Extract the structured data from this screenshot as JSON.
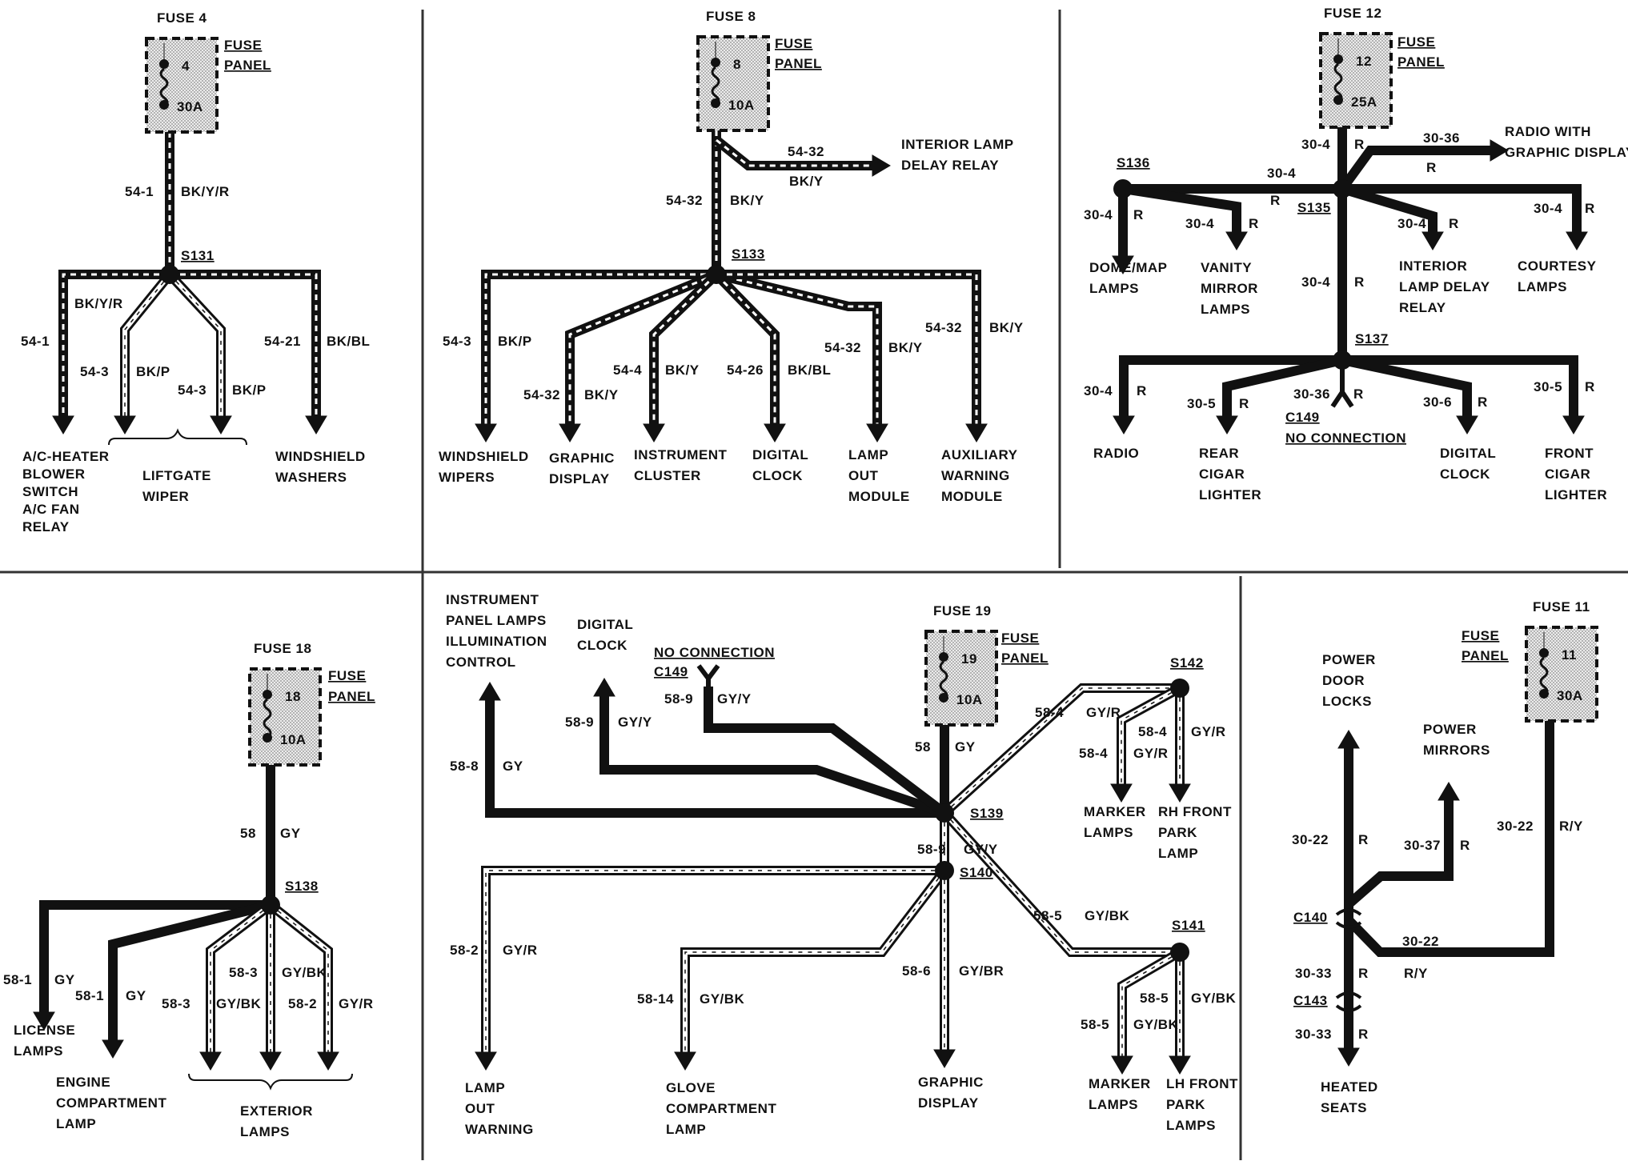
{
  "panels": [
    {
      "id": "p1",
      "fuse": {
        "title": "FUSE 4",
        "number": "4",
        "amps": "30A",
        "label1": "FUSE",
        "label2": "PANEL"
      },
      "splices": [
        {
          "name": "S131"
        }
      ],
      "labels": [
        "54-1",
        "BK/Y/R",
        "BK/Y/R",
        "54-1",
        "54-3",
        "BK/P",
        "54-3",
        "BK/P",
        "54-21",
        "BK/BL"
      ],
      "loads": [
        {
          "lines": [
            "A/C-HEATER",
            "BLOWER",
            "SWITCH",
            "A/C FAN",
            "RELAY"
          ]
        },
        {
          "lines": [
            "LIFTGATE",
            "WIPER"
          ]
        },
        {
          "lines": [
            "WINDSHIELD",
            "WASHERS"
          ]
        }
      ]
    },
    {
      "id": "p2",
      "fuse": {
        "title": "FUSE 8",
        "number": "8",
        "amps": "10A",
        "label1": "FUSE",
        "label2": "PANEL"
      },
      "splices": [
        {
          "name": "S133"
        }
      ],
      "labels": [
        "54-32",
        "BK/Y",
        "54-32",
        "BK/Y",
        "54-3",
        "BK/P",
        "54-32",
        "BK/Y",
        "54-4",
        "BK/Y",
        "54-26",
        "BK/BL",
        "54-32",
        "BK/Y",
        "54-32",
        "BK/Y"
      ],
      "loads": [
        {
          "lines": [
            "INTERIOR LAMP",
            "DELAY RELAY"
          ]
        },
        {
          "lines": [
            "WINDSHIELD",
            "WIPERS"
          ]
        },
        {
          "lines": [
            "GRAPHIC",
            "DISPLAY"
          ]
        },
        {
          "lines": [
            "INSTRUMENT",
            "CLUSTER"
          ]
        },
        {
          "lines": [
            "DIGITAL",
            "CLOCK"
          ]
        },
        {
          "lines": [
            "LAMP",
            "OUT",
            "MODULE"
          ]
        },
        {
          "lines": [
            "AUXILIARY",
            "WARNING",
            "MODULE"
          ]
        }
      ]
    },
    {
      "id": "p3",
      "fuse": {
        "title": "FUSE 12",
        "number": "12",
        "amps": "25A",
        "label1": "FUSE",
        "label2": "PANEL"
      },
      "splices": [
        {
          "name": "S136"
        },
        {
          "name": "S135"
        },
        {
          "name": "S137"
        }
      ],
      "connector": {
        "name": "C149",
        "text": "NO CONNECTION"
      },
      "labels": [
        "30-4",
        "R",
        "30-36",
        "R",
        "30-4",
        "R",
        "30-4",
        "R",
        "30-4",
        "R",
        "30-4",
        "R",
        "30-4",
        "R",
        "30-4",
        "R",
        "30-4",
        "R",
        "30-5",
        "R",
        "30-36",
        "R",
        "30-6",
        "R",
        "30-5",
        "R"
      ],
      "loads": [
        {
          "lines": [
            "RADIO WITH",
            "GRAPHIC DISPLAY"
          ]
        },
        {
          "lines": [
            "DOME/MAP",
            "LAMPS"
          ]
        },
        {
          "lines": [
            "VANITY",
            "MIRROR",
            "LAMPS"
          ]
        },
        {
          "lines": [
            "INTERIOR",
            "LAMP DELAY",
            "RELAY"
          ]
        },
        {
          "lines": [
            "COURTESY",
            "LAMPS"
          ]
        },
        {
          "lines": [
            "RADIO"
          ]
        },
        {
          "lines": [
            "REAR",
            "CIGAR",
            "LIGHTER"
          ]
        },
        {
          "lines": [
            "DIGITAL",
            "CLOCK"
          ]
        },
        {
          "lines": [
            "FRONT",
            "CIGAR",
            "LIGHTER"
          ]
        }
      ]
    },
    {
      "id": "p4",
      "fuse": {
        "title": "FUSE 18",
        "number": "18",
        "amps": "10A",
        "label1": "FUSE",
        "label2": "PANEL"
      },
      "splices": [
        {
          "name": "S138"
        }
      ],
      "labels": [
        "58",
        "GY",
        "58-1",
        "GY",
        "58-1",
        "GY",
        "58-3",
        "GY/BK",
        "58-3",
        "GY/BK",
        "58-2",
        "GY/R"
      ],
      "loads": [
        {
          "lines": [
            "LICENSE",
            "LAMPS"
          ]
        },
        {
          "lines": [
            "ENGINE",
            "COMPARTMENT",
            "LAMP"
          ]
        },
        {
          "lines": [
            "EXTERIOR",
            "LAMPS"
          ]
        }
      ]
    },
    {
      "id": "p5",
      "fuse": {
        "title": "FUSE 19",
        "number": "19",
        "amps": "10A",
        "label1": "FUSE",
        "label2": "PANEL"
      },
      "splices": [
        {
          "name": "S139"
        },
        {
          "name": "S140"
        },
        {
          "name": "S142"
        },
        {
          "name": "S141"
        }
      ],
      "connector": {
        "name": "C149",
        "text": "NO CONNECTION"
      },
      "labels": [
        "58",
        "GY",
        "58-8",
        "GY",
        "58-9",
        "GY/Y",
        "58-9",
        "GY/Y",
        "58-9",
        "GY/Y",
        "58-4",
        "GY/R",
        "58-4",
        "GY/R",
        "58-4",
        "GY/R",
        "58-5",
        "GY/BK",
        "58-5",
        "GY/BK",
        "58-5",
        "GY/BK",
        "58-2",
        "GY/R",
        "58-14",
        "GY/BK",
        "58-6",
        "GY/BR"
      ],
      "loads": [
        {
          "lines": [
            "INSTRUMENT",
            "PANEL LAMPS",
            "ILLUMINATION",
            "CONTROL"
          ]
        },
        {
          "lines": [
            "DIGITAL",
            "CLOCK"
          ]
        },
        {
          "lines": [
            "MARKER",
            "LAMPS"
          ]
        },
        {
          "lines": [
            "RH FRONT",
            "PARK",
            "LAMP"
          ]
        },
        {
          "lines": [
            "MARKER",
            "LAMPS"
          ]
        },
        {
          "lines": [
            "LH FRONT",
            "PARK",
            "LAMPS"
          ]
        },
        {
          "lines": [
            "LAMP",
            "OUT",
            "WARNING"
          ]
        },
        {
          "lines": [
            "GLOVE",
            "COMPARTMENT",
            "LAMP"
          ]
        },
        {
          "lines": [
            "GRAPHIC",
            "DISPLAY"
          ]
        }
      ]
    },
    {
      "id": "p6",
      "fuse": {
        "title": "FUSE 11",
        "number": "11",
        "amps": "30A",
        "label1": "FUSE",
        "label2": "PANEL"
      },
      "splices": [],
      "connectors": [
        {
          "name": "C140"
        },
        {
          "name": "C143"
        }
      ],
      "labels": [
        "30-22",
        "R",
        "30-37",
        "R",
        "30-22",
        "R/Y",
        "30-22",
        "R/Y",
        "30-33",
        "R",
        "30-33",
        "R"
      ],
      "loads": [
        {
          "lines": [
            "POWER",
            "DOOR",
            "LOCKS"
          ]
        },
        {
          "lines": [
            "POWER",
            "MIRRORS"
          ]
        },
        {
          "lines": [
            "HEATED",
            "SEATS"
          ]
        }
      ]
    }
  ]
}
